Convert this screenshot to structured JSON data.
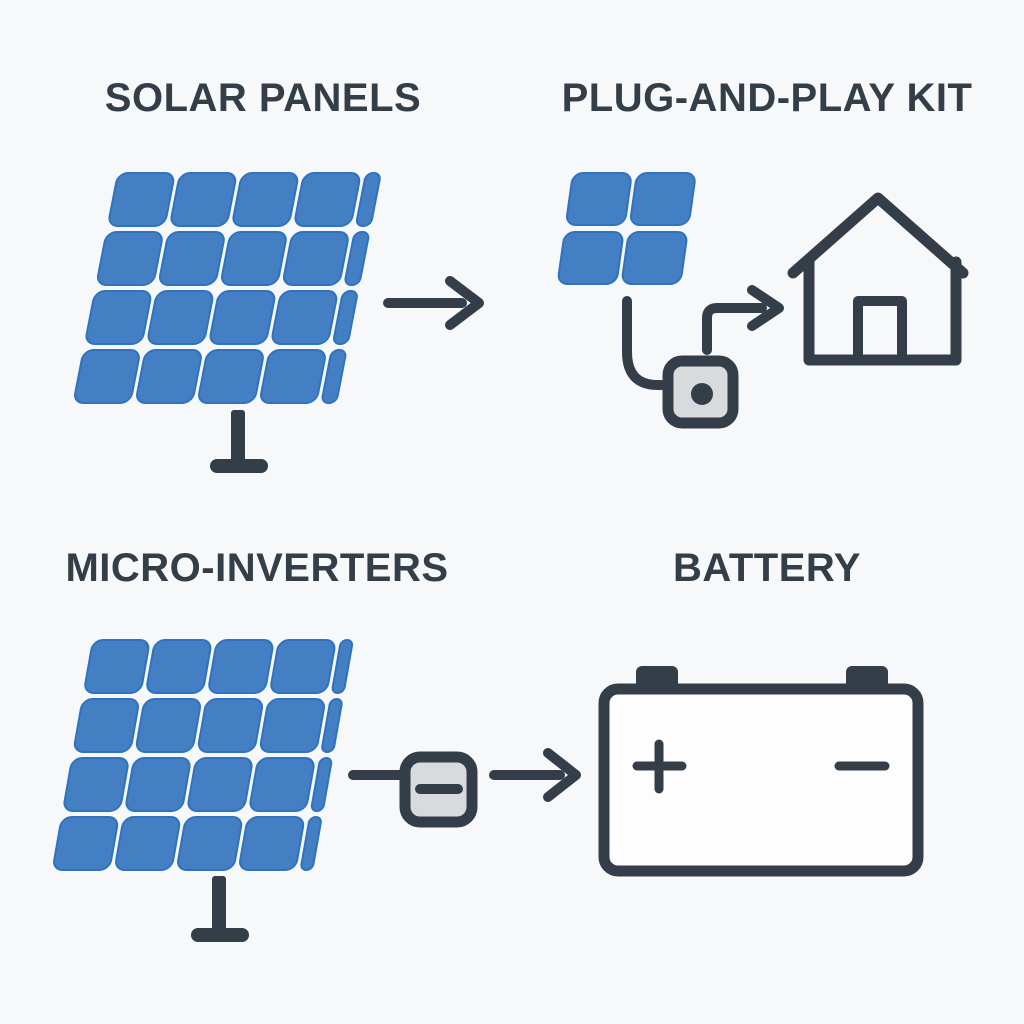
{
  "colors": {
    "bg": "#f7f8fa",
    "ink": "#343e49",
    "panel-blue": "#447fc4",
    "panel-blue-dark": "#2e72c0",
    "device-fill": "#d8dbdd",
    "paper": "#fdfdfe"
  },
  "sections": {
    "solar_panels": {
      "title": "SOLAR PANELS"
    },
    "plug_and_play_kit": {
      "title": "PLUG-AND-PLAY KIT"
    },
    "micro_inverters": {
      "title": "MICRO-INVERTERS",
      "inverter_symbol": "−"
    },
    "battery": {
      "title": "BATTERY",
      "positive_symbol": "+",
      "negative_symbol": "−"
    }
  }
}
